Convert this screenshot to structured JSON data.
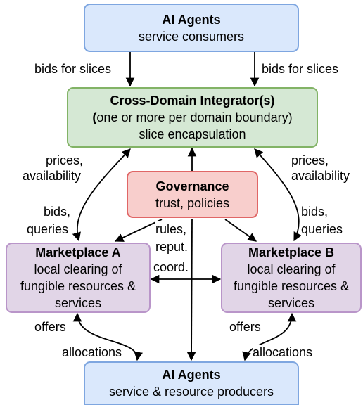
{
  "nodes": {
    "consumers": {
      "title": "AI Agents",
      "subtitle": "service consumers"
    },
    "integrator": {
      "title": "Cross-Domain Integrator(s)",
      "line2_bold": "(",
      "line2_rest": "one or more per domain boundary)",
      "line3": "slice encapsulation"
    },
    "governance": {
      "title": "Governance",
      "subtitle": "trust, policies"
    },
    "marketplace_a": {
      "title": "Marketplace A",
      "line2": "local clearing of",
      "line3": "fungible resources &",
      "line4": "services"
    },
    "marketplace_b": {
      "title": "Marketplace B",
      "line2": "local clearing of",
      "line3": "fungible resources &",
      "line4": "services"
    },
    "producers": {
      "title": "AI Agents",
      "subtitle": "service & resource producers"
    }
  },
  "labels": {
    "bids_slices_left": "bids for slices",
    "bids_slices_right": "bids for slices",
    "prices_left_1": "prices,",
    "prices_left_2": "availability",
    "prices_right_1": "prices,",
    "prices_right_2": "availability",
    "bids_left_1": "bids,",
    "bids_left_2": "queries",
    "bids_right_1": "bids,",
    "bids_right_2": "queries",
    "rules": "rules,",
    "reput": "reput.",
    "coord": "coord.",
    "offers_left": "offers",
    "offers_right": "offers",
    "alloc_left": "allocations",
    "alloc_right": "allocations"
  },
  "colors": {
    "blue_fill": "#dae8fc",
    "blue_stroke": "#7ea6e0",
    "green_fill": "#d5e8d4",
    "green_stroke": "#82b366",
    "red_fill": "#f8cecc",
    "red_stroke": "#e06666",
    "purple_fill": "#e1d5e7",
    "purple_stroke": "#b995c9"
  }
}
